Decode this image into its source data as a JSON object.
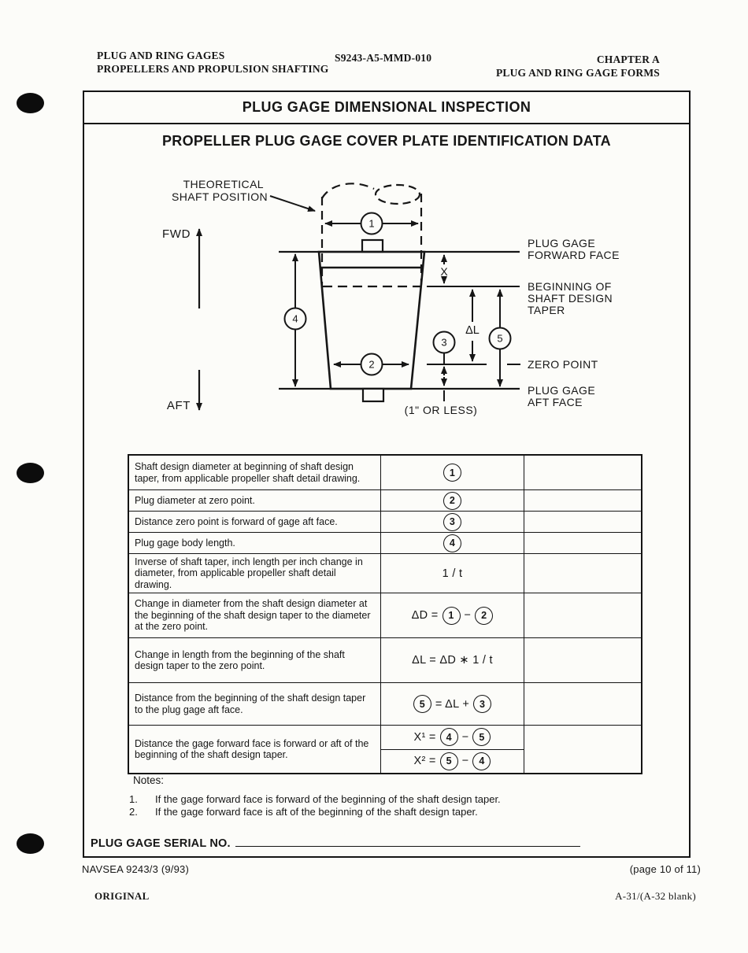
{
  "page_header": {
    "left_line1": "PLUG AND RING GAGES",
    "left_line2": "PROPELLERS AND PROPULSION SHAFTING",
    "center": "S9243-A5-MMD-010",
    "right_line1": "CHAPTER A",
    "right_line2": "PLUG AND RING GAGE FORMS"
  },
  "form": {
    "title": "PLUG GAGE DIMENSIONAL INSPECTION",
    "subtitle": "PROPELLER PLUG GAGE COVER PLATE IDENTIFICATION DATA",
    "diagram": {
      "theoretical_shaft_position": [
        "THEORETICAL",
        "SHAFT POSITION"
      ],
      "fwd": "FWD",
      "aft": "AFT",
      "plug_gage_forward_face": [
        "PLUG GAGE",
        "FORWARD FACE"
      ],
      "beginning_of_taper": [
        "BEGINNING OF",
        "SHAFT DESIGN",
        "TAPER"
      ],
      "zero_point": "ZERO POINT",
      "plug_gage_aft_face": [
        "PLUG GAGE",
        "AFT FACE"
      ],
      "x_label": "X",
      "delta_l_label": "ΔL",
      "one_inch_or_less": "(1\" OR LESS)",
      "balloons": {
        "b1": "1",
        "b2": "2",
        "b3": "3",
        "b4": "4",
        "b5": "5"
      }
    },
    "table": {
      "rows": [
        {
          "description": "Shaft design diameter at beginning of shaft design taper, from applicable propeller shaft detail drawing.",
          "formulas": [
            [
              {
                "circle": "1"
              }
            ]
          ]
        },
        {
          "description": "Plug diameter at zero point.",
          "formulas": [
            [
              {
                "circle": "2"
              }
            ]
          ]
        },
        {
          "description": "Distance zero point is forward of gage aft face.",
          "formulas": [
            [
              {
                "circle": "3"
              }
            ]
          ]
        },
        {
          "description": "Plug gage body length.",
          "formulas": [
            [
              {
                "circle": "4"
              }
            ]
          ]
        },
        {
          "description": "Inverse of shaft taper, inch length per inch change in diameter, from applicable propeller shaft detail drawing.",
          "formulas": [
            [
              {
                "text": "1 / t"
              }
            ]
          ]
        },
        {
          "description": "Change in diameter from the shaft design diameter at the beginning of the shaft design taper to the diameter at the zero point.",
          "formulas": [
            [
              {
                "text": "ΔD ="
              },
              {
                "circle": "1"
              },
              {
                "text": "−"
              },
              {
                "circle": "2"
              }
            ]
          ]
        },
        {
          "description": "Change in length from the beginning of the shaft design taper to the zero point.",
          "formulas": [
            [
              {
                "text": "ΔL = ΔD ∗ 1 / t"
              }
            ]
          ]
        },
        {
          "description": "Distance from the beginning of the shaft design taper to the plug gage aft face.",
          "formulas": [
            [
              {
                "circle": "5"
              },
              {
                "text": "= ΔL +"
              },
              {
                "circle": "3"
              }
            ]
          ]
        },
        {
          "description": "Distance the gage forward face is forward or aft of the beginning of the shaft design taper.",
          "formulas": [
            [
              {
                "text": "X¹ ="
              },
              {
                "circle": "4"
              },
              {
                "text": "−"
              },
              {
                "circle": "5"
              }
            ],
            [
              {
                "text": "X² ="
              },
              {
                "circle": "5"
              },
              {
                "text": "−"
              },
              {
                "circle": "4"
              }
            ]
          ]
        }
      ]
    },
    "notes": {
      "title": "Notes:",
      "items": [
        {
          "num": "1.",
          "text": "If the gage forward face is forward of the beginning of the shaft design taper."
        },
        {
          "num": "2.",
          "text": "If the gage forward face is aft of the beginning of the shaft design taper."
        }
      ]
    },
    "serial_label": "PLUG GAGE SERIAL NO."
  },
  "page_footer": {
    "form_number": "NAVSEA 9243/3 (9/93)",
    "page_count": "(page 10 of 11)",
    "original": "ORIGINAL",
    "page_ref": "A-31/(A-32 blank)"
  },
  "colors": {
    "ink": "#161616",
    "paper": "#fcfcf9"
  }
}
